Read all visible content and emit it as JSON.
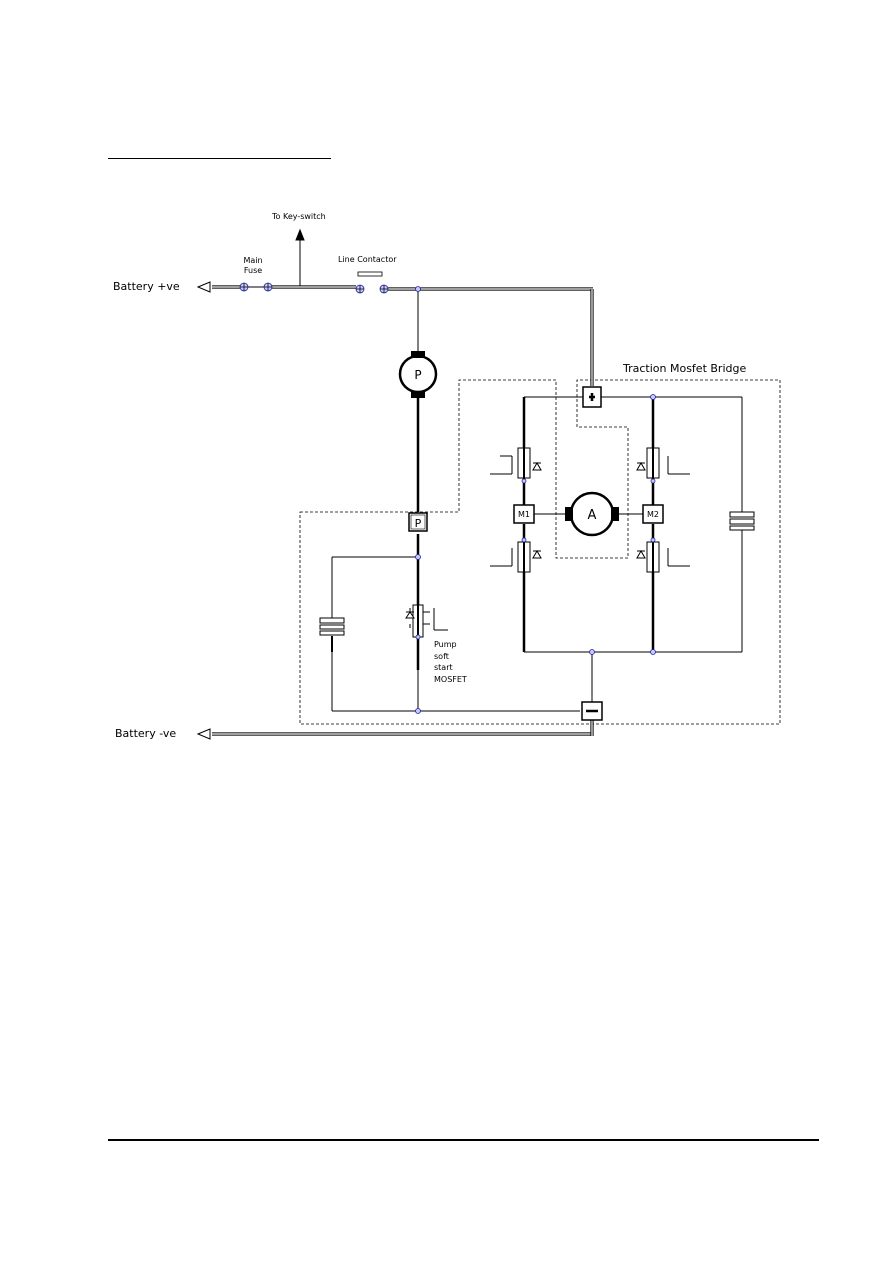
{
  "labels": {
    "key_switch": "To Key-switch",
    "main_fuse_line1": "Main",
    "main_fuse_line2": "Fuse",
    "line_contactor": "Line Contactor",
    "battery_pos": "Battery +ve",
    "battery_neg": "Battery -ve",
    "traction_bridge": "Traction Mosfet Bridge",
    "pump_motor": "P",
    "traction_motor": "A",
    "pump_terminal": "P",
    "mosfet_m1": "M1",
    "mosfet_m2": "M2",
    "pump_softstart_line1": "Pump",
    "pump_softstart_line2": "soft",
    "pump_softstart_line3": "start",
    "pump_softstart_line4": "MOSFET"
  },
  "colors": {
    "line": "#000000",
    "node_fill": "#c8c8ff",
    "node_stroke": "#2020a0"
  }
}
